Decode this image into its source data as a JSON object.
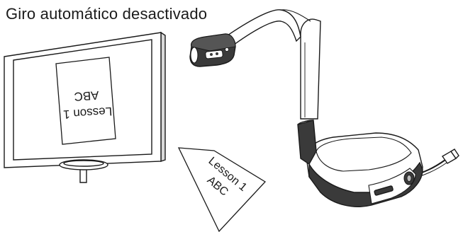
{
  "caption": "Giro automático desactivado",
  "screen_paper": {
    "line1": "Lesson 1",
    "line2": "ABC"
  },
  "table_paper": {
    "line1": "Lesson 1",
    "line2": "ABC"
  },
  "colors": {
    "stroke": "#1a1a1a",
    "camera_body": "#3a3a3a",
    "paper": "#ffffff"
  }
}
